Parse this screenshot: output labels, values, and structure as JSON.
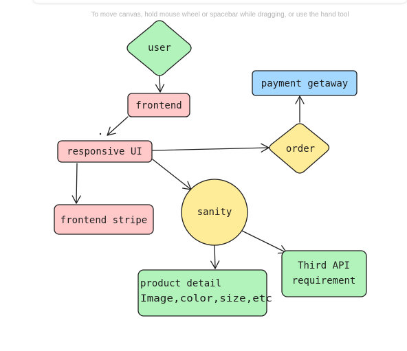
{
  "canvas_hint": "To move canvas, hold mouse wheel or spacebar while dragging, or use the hand tool",
  "colors": {
    "green": "#b2f2bb",
    "red": "#ffc9c9",
    "blue": "#a5d8ff",
    "yellow": "#ffec99",
    "stroke": "#1e1e1e",
    "hint": "#b5b5b5"
  },
  "nodes": {
    "user": "user",
    "frontend": "frontend",
    "responsive_ui": "responsive UI",
    "frontend_stripe": "frontend stripe",
    "sanity": "sanity",
    "order": "order",
    "payment_gateway": "payment getaway",
    "third_api_line1": "Third API",
    "third_api_line2": "requirement",
    "product_detail_line1": "product detail",
    "product_detail_line2": "Image,color,size,etc"
  }
}
